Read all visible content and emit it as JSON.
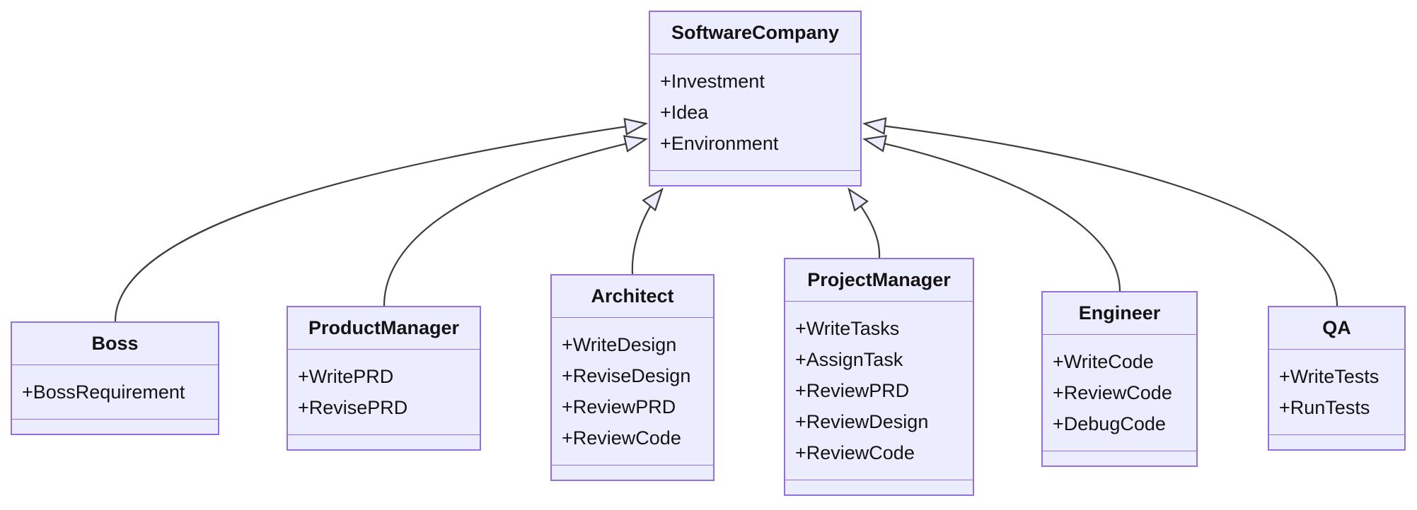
{
  "diagram": {
    "kind": "uml-class-diagram",
    "colors": {
      "box_fill": "#ECECFF",
      "box_border": "#9370DB",
      "edge_line": "#3d3d3d",
      "arrowhead_fill": "#ECECFF",
      "text": "#131313",
      "background": "#ffffff"
    },
    "classes": {
      "software_company": {
        "name": "SoftwareCompany",
        "attributes": [
          "+Investment",
          "+Idea",
          "+Environment"
        ],
        "methods": []
      },
      "boss": {
        "name": "Boss",
        "attributes": [
          "+BossRequirement"
        ],
        "methods": []
      },
      "product_manager": {
        "name": "ProductManager",
        "attributes": [
          "+WritePRD",
          "+RevisePRD"
        ],
        "methods": []
      },
      "architect": {
        "name": "Architect",
        "attributes": [
          "+WriteDesign",
          "+ReviseDesign",
          "+ReviewPRD",
          "+ReviewCode"
        ],
        "methods": []
      },
      "project_manager": {
        "name": "ProjectManager",
        "attributes": [
          "+WriteTasks",
          "+AssignTask",
          "+ReviewPRD",
          "+ReviewDesign",
          "+ReviewCode"
        ],
        "methods": []
      },
      "engineer": {
        "name": "Engineer",
        "attributes": [
          "+WriteCode",
          "+ReviewCode",
          "+DebugCode"
        ],
        "methods": []
      },
      "qa": {
        "name": "QA",
        "attributes": [
          "+WriteTests",
          "+RunTests"
        ],
        "methods": []
      }
    },
    "edges": [
      {
        "from": "Boss",
        "to": "SoftwareCompany",
        "relation": "inheritance"
      },
      {
        "from": "ProductManager",
        "to": "SoftwareCompany",
        "relation": "inheritance"
      },
      {
        "from": "Architect",
        "to": "SoftwareCompany",
        "relation": "inheritance"
      },
      {
        "from": "ProjectManager",
        "to": "SoftwareCompany",
        "relation": "inheritance"
      },
      {
        "from": "Engineer",
        "to": "SoftwareCompany",
        "relation": "inheritance"
      },
      {
        "from": "QA",
        "to": "SoftwareCompany",
        "relation": "inheritance"
      }
    ]
  }
}
